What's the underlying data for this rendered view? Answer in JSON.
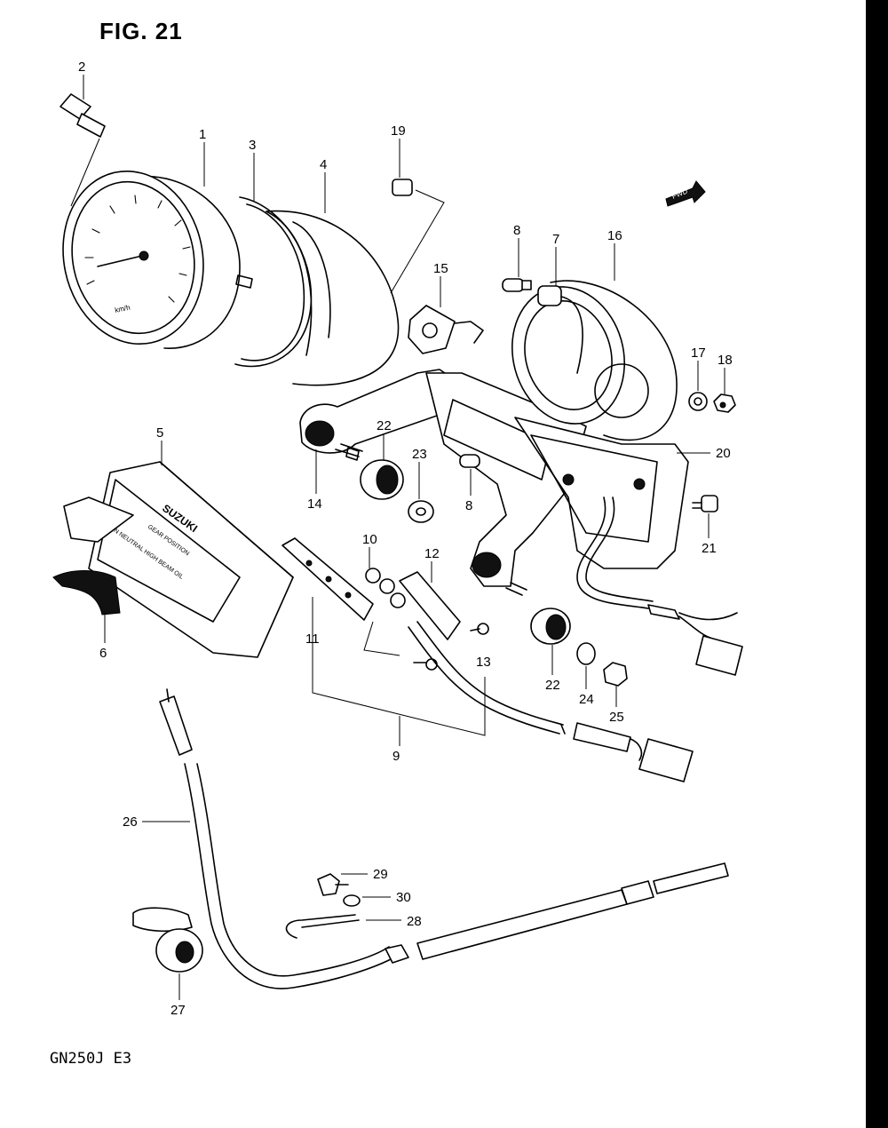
{
  "figure": {
    "title": "FIG. 21",
    "model_code": "GN250J  E3",
    "fwd_mark": "FWD"
  },
  "meter_text": {
    "brand": "SUZUKI",
    "gear_position": "GEAR POSITION",
    "indicators": "TURN   NEUTRAL   HIGH BEAM   OIL",
    "unit": "km/h"
  },
  "callouts": [
    "1",
    "2",
    "3",
    "4",
    "5",
    "6",
    "7",
    "8",
    "8",
    "9",
    "10",
    "11",
    "12",
    "13",
    "14",
    "15",
    "16",
    "17",
    "18",
    "19",
    "20",
    "21",
    "22",
    "22",
    "23",
    "24",
    "25",
    "26",
    "27",
    "28",
    "29",
    "30"
  ],
  "colors": {
    "ink": "#000000",
    "paper": "#ffffff"
  }
}
